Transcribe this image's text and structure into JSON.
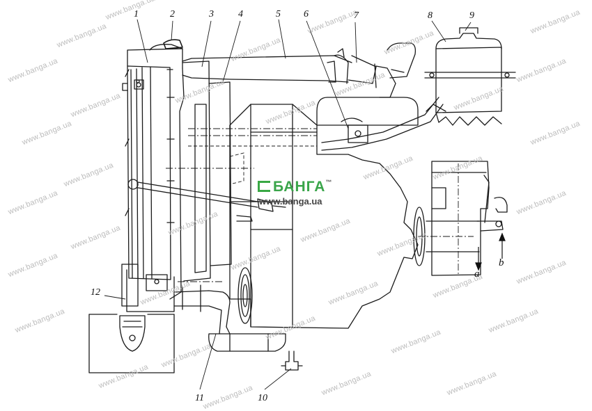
{
  "watermark": {
    "text": "www.banga.ua",
    "color": "#bcbcbc"
  },
  "logo": {
    "name": "БАНГА",
    "trademark": "™",
    "url": "www.banga.ua",
    "color": "#3aa54a"
  },
  "callouts": [
    "1",
    "2",
    "3",
    "4",
    "5",
    "6",
    "7",
    "8",
    "9",
    "10",
    "11",
    "12"
  ],
  "flow_labels": {
    "a": "a",
    "b": "b"
  }
}
